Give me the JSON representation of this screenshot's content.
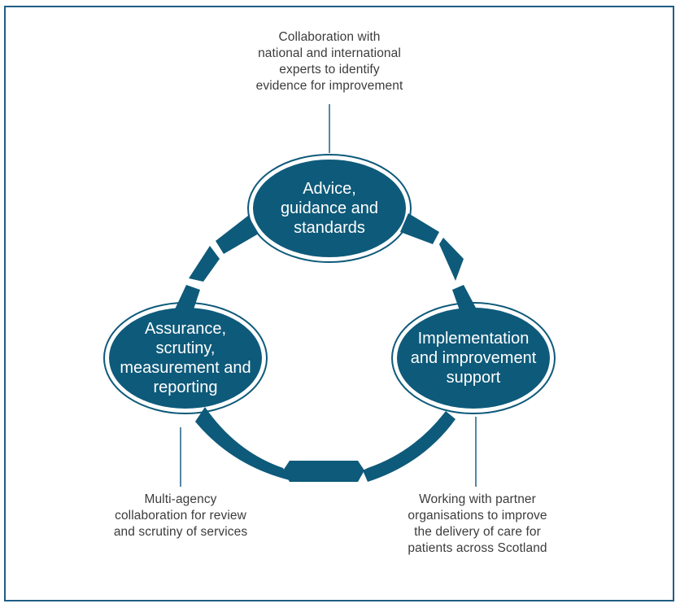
{
  "nodes": {
    "top": {
      "label": "Advice,\nguidance and\nstandards"
    },
    "left": {
      "label": "Assurance,\nscrutiny,\nmeasurement and\nreporting"
    },
    "right": {
      "label": "Implementation\nand improvement\nsupport"
    }
  },
  "captions": {
    "top": "Collaboration with\nnational and international\nexperts to identify\nevidence for improvement",
    "left": "Multi-agency\ncollaboration for review\nand scrutiny of services",
    "right": "Working with partner\norganisations to improve\nthe delivery of care for\npatients across Scotland"
  },
  "colors": {
    "primary": "#0e5a7a",
    "border": "#1f5e85",
    "caption_text": "#3c3c3c"
  }
}
